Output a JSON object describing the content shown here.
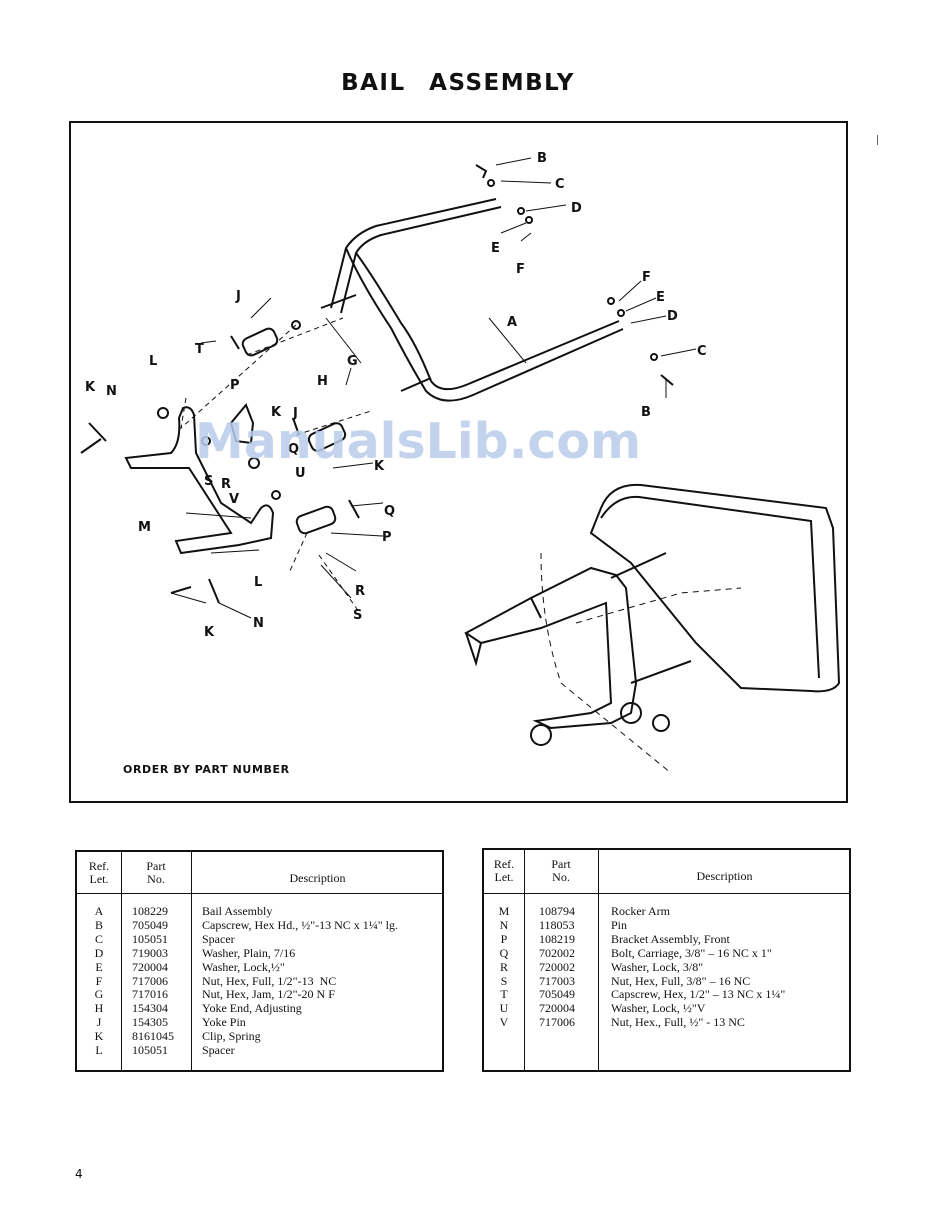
{
  "page": {
    "title": "BAIL   ASSEMBLY",
    "page_number": "4",
    "watermark": "ManualsLib.com"
  },
  "figure": {
    "order_note": "ORDER BY PART NUMBER",
    "callouts": [
      "A",
      "B",
      "C",
      "D",
      "E",
      "F",
      "G",
      "H",
      "J",
      "K",
      "L",
      "M",
      "N",
      "P",
      "Q",
      "R",
      "S",
      "T",
      "U",
      "V"
    ]
  },
  "table_headers": {
    "ref": "Ref.\nLet.",
    "part": "Part\nNo.",
    "desc": "Description"
  },
  "parts_left": [
    {
      "ref": "A",
      "part": "108229",
      "desc": "Bail Assembly"
    },
    {
      "ref": "B",
      "part": "705049",
      "desc": "Capscrew, Hex Hd., ½\"-13 NC x 1¼\" lg."
    },
    {
      "ref": "C",
      "part": "105051",
      "desc": "Spacer"
    },
    {
      "ref": "D",
      "part": "719003",
      "desc": "Washer, Plain, 7/16"
    },
    {
      "ref": "E",
      "part": "720004",
      "desc": "Washer, Lock,½\""
    },
    {
      "ref": "F",
      "part": "717006",
      "desc": "Nut, Hex, Full, 1/2\"-13  NC"
    },
    {
      "ref": "G",
      "part": "717016",
      "desc": "Nut, Hex, Jam, 1/2\"-20 N F"
    },
    {
      "ref": "H",
      "part": "154304",
      "desc": "Yoke End, Adjusting"
    },
    {
      "ref": "J",
      "part": "154305",
      "desc": "Yoke Pin"
    },
    {
      "ref": "K",
      "part": "8161045",
      "desc": "Clip, Spring"
    },
    {
      "ref": "L",
      "part": "105051",
      "desc": "Spacer"
    }
  ],
  "parts_right": [
    {
      "ref": "M",
      "part": "108794",
      "desc": "Rocker Arm"
    },
    {
      "ref": "N",
      "part": "118053",
      "desc": "Pin"
    },
    {
      "ref": "P",
      "part": "108219",
      "desc": "Bracket Assembly, Front"
    },
    {
      "ref": "Q",
      "part": "702002",
      "desc": "Bolt, Carriage, 3/8\" – 16 NC x 1\""
    },
    {
      "ref": "R",
      "part": "720002",
      "desc": "Washer, Lock, 3/8\""
    },
    {
      "ref": "S",
      "part": "717003",
      "desc": "Nut, Hex, Full, 3/8\" – 16 NC"
    },
    {
      "ref": "T",
      "part": "705049",
      "desc": "Capscrew, Hex, 1/2\" – 13 NC x 1¼\""
    },
    {
      "ref": "U",
      "part": "720004",
      "desc": "Washer, Lock, ½\"V"
    },
    {
      "ref": "V",
      "part": "717006",
      "desc": "Nut, Hex., Full, ½\" - 13 NC"
    }
  ]
}
